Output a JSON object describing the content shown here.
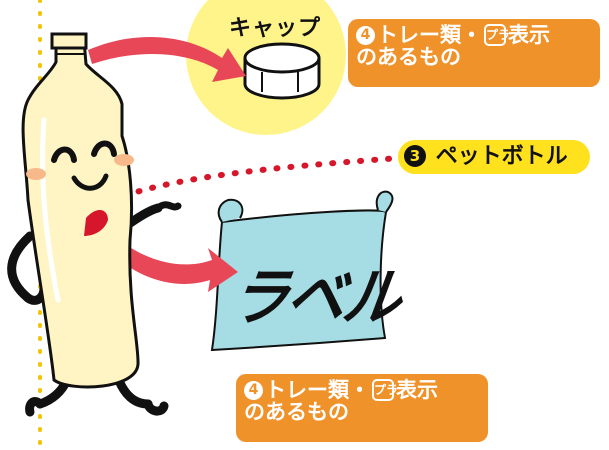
{
  "cap": {
    "title": "キャップ",
    "tag_number": "4",
    "tag_line1": "トレー類・",
    "tag_mark": "プラ",
    "tag_line1_end": "表示",
    "tag_line2": "のあるもの"
  },
  "bottle": {
    "number": "3",
    "label": "ペットボトル"
  },
  "label": {
    "title": "ラベル",
    "tag_number": "4",
    "tag_line1": "トレー類・",
    "tag_mark": "プラ",
    "tag_line1_end": "表示",
    "tag_line2": "のあるもの"
  },
  "colors": {
    "orange": "#f0922a",
    "yellow_pill": "#ffe11d",
    "sun": "#fff48a",
    "arrow": "#e84757",
    "sheet": "#a6dde5",
    "bottle": "#fff5c4"
  }
}
